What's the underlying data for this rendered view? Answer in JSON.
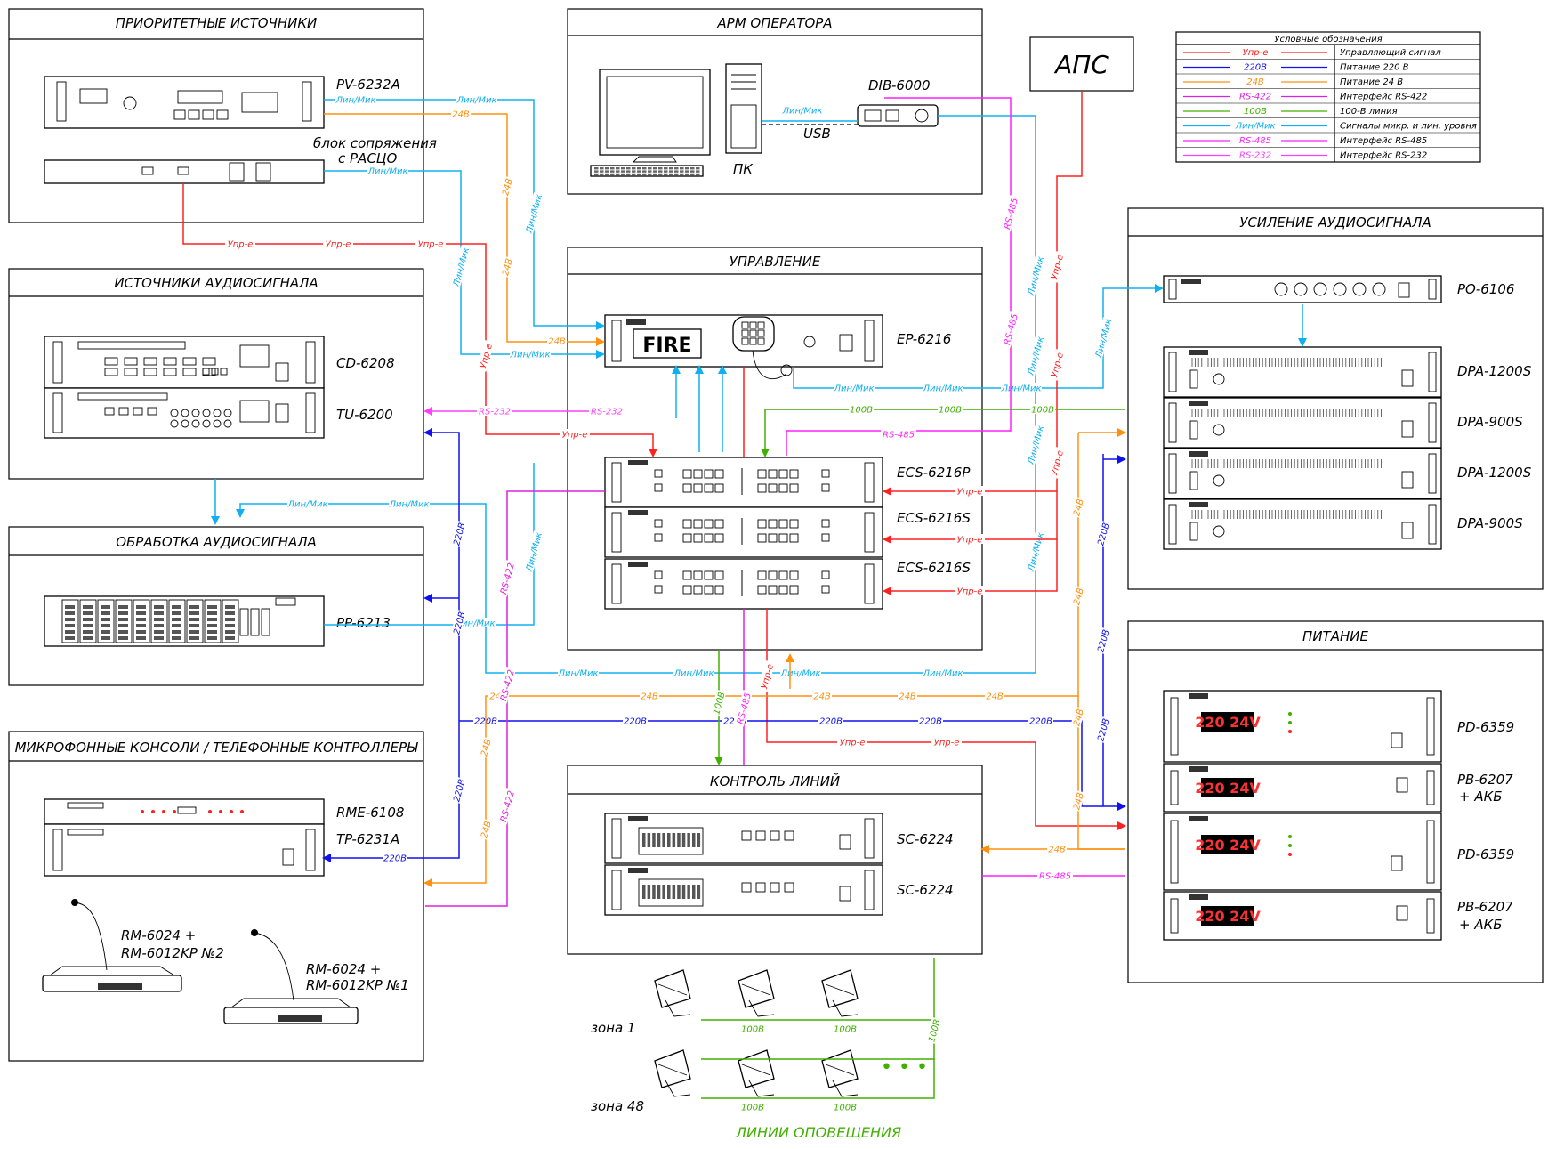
{
  "colors": {
    "ctrl": "#ff2020",
    "p220": "#1010ee",
    "p24": "#ff9010",
    "rs422": "#e020e0",
    "v100": "#40b000",
    "audio": "#10b0f0",
    "rs485": "#ff20ff",
    "rs232": "#ff40ff",
    "title_red": "#ff0000",
    "lines_title": "#40b000"
  },
  "legend": {
    "title": "Условные обозначения",
    "rows": [
      {
        "key": "Упр-е",
        "text": "Управляющий сигнал"
      },
      {
        "key": "220В",
        "text": "Питание 220 В"
      },
      {
        "key": "24В",
        "text": "Питание 24 В"
      },
      {
        "key": "RS-422",
        "text": "Интерфейс RS-422"
      },
      {
        "key": "100В",
        "text": "100-В линия"
      },
      {
        "key": "Лин/Мик",
        "text": "Сигналы микр. и лин. уровня"
      },
      {
        "key": "RS-485",
        "text": "Интерфейс RS-485"
      },
      {
        "key": "RS-232",
        "text": "Интерфейс RS-232"
      }
    ]
  },
  "blocks": {
    "priority": "ПРИОРИТЕТНЫЕ ИСТОЧНИКИ",
    "sources": "ИСТОЧНИКИ АУДИОСИГНАЛА",
    "processing": "ОБРАБОТКА АУДИОСИГНАЛА",
    "consoles": "МИКРОФОННЫЕ КОНСОЛИ / ТЕЛЕФОННЫЕ КОНТРОЛЛЕРЫ",
    "operator": "АРМ ОПЕРАТОРА",
    "control": "УПРАВЛЕНИЕ",
    "linecontrol": "КОНТРОЛЬ ЛИНИЙ",
    "amplification": "УСИЛЕНИЕ АУДИОСИГНАЛА",
    "power": "ПИТАНИЕ",
    "aps": "АПС"
  },
  "devices": {
    "pv": "PV-6232A",
    "pv_iface_1": "блок сопряжения",
    "pv_iface_2": "с РАСЦО",
    "cd": "CD-6208",
    "tu": "TU-6200",
    "pp": "PP-6213",
    "rme": "RME-6108",
    "tp": "TP-6231A",
    "rm2_1": "RM-6024 +",
    "rm2_2": "RM-6012KP №2",
    "rm1_1": "RM-6024 +",
    "rm1_2": "RM-6012KP №1",
    "pc": "ПК",
    "usb": "USB",
    "dib": "DIB-6000",
    "ep": "EP-6216",
    "fire": "FIRE",
    "ecs1": "ECS-6216P",
    "ecs2": "ECS-6216S",
    "ecs3": "ECS-6216S",
    "sc1": "SC-6224",
    "sc2": "SC-6224",
    "po": "PO-6106",
    "dpa1": "DPA-1200S",
    "dpa2": "DPA-900S",
    "dpa3": "DPA-1200S",
    "dpa4": "DPA-900S",
    "pd1": "PD-6359",
    "pb1_1": "PB-6207",
    "pb1_2": "+ АКБ",
    "pd2": "PD-6359",
    "pb2_1": "PB-6207",
    "pb2_2": "+ АКБ",
    "psu_display": "220 24V"
  },
  "zones": {
    "zone1": "зона 1",
    "zone48": "зона 48",
    "lines_title": "ЛИНИИ ОПОВЕЩЕНИЯ",
    "dots": "• • •"
  }
}
